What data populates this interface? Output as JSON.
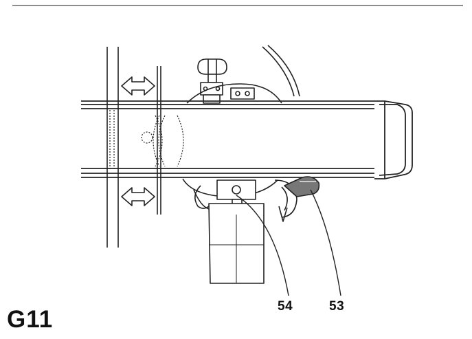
{
  "figure": {
    "id": "G11",
    "callouts": [
      {
        "number": "54"
      },
      {
        "number": "53"
      }
    ]
  },
  "colors": {
    "line": "#222222",
    "handle": "#777777",
    "rule": "#555555"
  }
}
